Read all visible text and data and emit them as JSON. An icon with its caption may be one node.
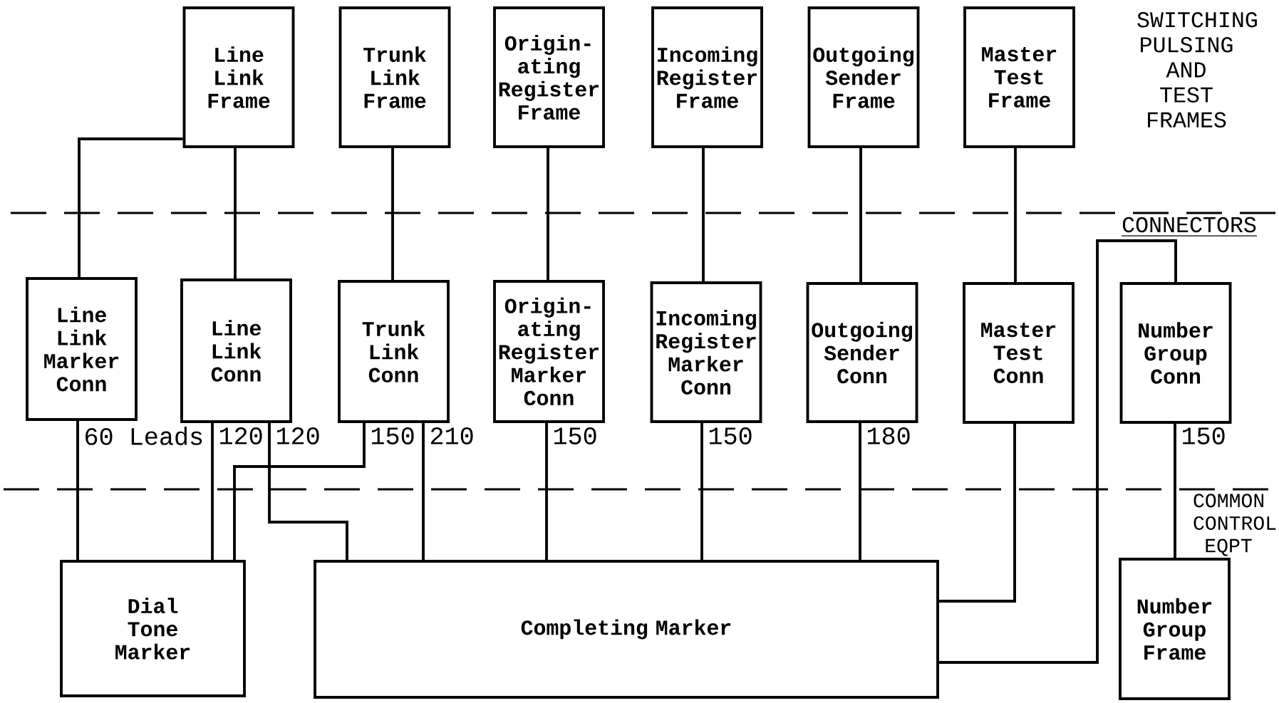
{
  "diagram": {
    "nodes": [
      {
        "text": [
          "Line Link Frame"
        ]
      },
      {
        "text": [
          "Trunk Link Frame"
        ]
      },
      {
        "text": [
          "Origin- ating Register Frame"
        ]
      },
      {
        "text": [
          "Incoming Register Frame"
        ]
      },
      {
        "text": [
          "Outgoing Sender Frame"
        ]
      },
      {
        "text": [
          "Master Test Frame"
        ]
      },
      {
        "text": [
          "Line Link Marker Conn"
        ]
      },
      {
        "text": [
          "Line Link Conn"
        ]
      },
      {
        "text": [
          "Trunk Link Conn"
        ]
      },
      {
        "text": [
          "Origin- ating Register Marker Conn"
        ]
      },
      {
        "text": [
          "Incoming Register Marker Conn"
        ]
      },
      {
        "text": [
          "Outgoing Sender Conn"
        ]
      },
      {
        "text": [
          "Master Test Conn"
        ]
      },
      {
        "text": [
          "Number Group Conn"
        ]
      },
      {
        "text": [
          "Dial Tone Marker"
        ]
      },
      {
        "text": [
          "Completing Marker"
        ]
      },
      {
        "text": [
          "Number Group Frame"
        ]
      }
    ],
    "edges": [
      {
        "from": 0,
        "to": 6,
        "arrow": "none"
      },
      {
        "from": 0,
        "to": 7,
        "arrow": "none"
      },
      {
        "from": 1,
        "to": 8,
        "arrow": "none"
      },
      {
        "from": 2,
        "to": 9,
        "arrow": "none"
      },
      {
        "from": 3,
        "to": 10,
        "arrow": "none"
      },
      {
        "from": 4,
        "to": 11,
        "arrow": "none"
      },
      {
        "from": 5,
        "to": 12,
        "arrow": "none"
      },
      {
        "from": 6,
        "to": 14,
        "arrow": "none",
        "label": "60 Leads"
      },
      {
        "from": 7,
        "to": 14,
        "arrow": "none",
        "label": "120"
      },
      {
        "from": 7,
        "to": 15,
        "arrow": "none",
        "label": "120"
      },
      {
        "from": 8,
        "to": 14,
        "arrow": "none",
        "label": "150"
      },
      {
        "from": 8,
        "to": 15,
        "arrow": "none",
        "label": "210"
      },
      {
        "from": 9,
        "to": 15,
        "arrow": "none",
        "label": "150"
      },
      {
        "from": 10,
        "to": 15,
        "arrow": "none",
        "label": "150"
      },
      {
        "from": 11,
        "to": 15,
        "arrow": "none",
        "label": "180"
      },
      {
        "from": 12,
        "to": 15,
        "arrow": "none"
      },
      {
        "from": 15,
        "to": 13,
        "arrow": "none"
      },
      {
        "from": 13,
        "to": 16,
        "arrow": "none",
        "label": "150"
      }
    ],
    "labels": [
      "SWITCHING PULSING AND TEST FRAMES",
      "CONNECTORS",
      "COMMON CONTROL EQPT"
    ]
  }
}
